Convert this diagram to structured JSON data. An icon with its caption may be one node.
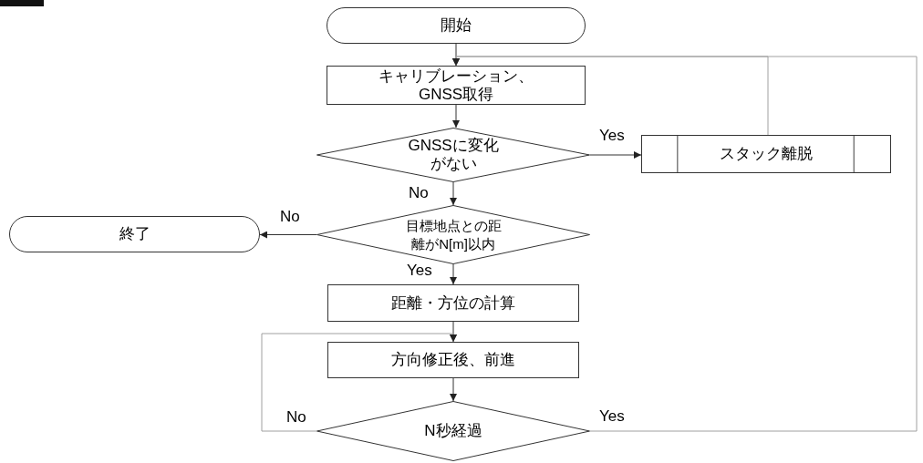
{
  "diagram": {
    "nodes": [
      {
        "text": [
          "開始"
        ]
      },
      {
        "text": [
          "キャリブレーション、GNSS取得"
        ]
      },
      {
        "text": [
          "GNSSに変化がない"
        ]
      },
      {
        "text": [
          "スタック離脱"
        ]
      },
      {
        "text": [
          "目標地点との距離がN[m]以内"
        ]
      },
      {
        "text": [
          "終了"
        ]
      },
      {
        "text": [
          "距離・方位の計算"
        ]
      },
      {
        "text": [
          "方向修正後、前進"
        ]
      },
      {
        "text": [
          "N秒経過"
        ]
      }
    ],
    "edges": [
      {
        "from": 0,
        "to": 1,
        "arrow": "to"
      },
      {
        "from": 1,
        "to": 2,
        "arrow": "to"
      },
      {
        "from": 2,
        "to": 3,
        "arrow": "to",
        "label": "Yes"
      },
      {
        "from": 3,
        "to": 1,
        "arrow": "to",
        "color": "#a0a0a0"
      },
      {
        "from": 2,
        "to": 4,
        "arrow": "to",
        "label": "No"
      },
      {
        "from": 4,
        "to": 5,
        "arrow": "to",
        "label": "No"
      },
      {
        "from": 4,
        "to": 6,
        "arrow": "to",
        "label": "Yes"
      },
      {
        "from": 6,
        "to": 7,
        "arrow": "to"
      },
      {
        "from": 7,
        "to": 8,
        "arrow": "to"
      },
      {
        "from": 8,
        "to": 7,
        "arrow": "to",
        "label": "No",
        "color": "#a0a0a0"
      },
      {
        "from": 8,
        "to": 1,
        "arrow": "to",
        "label": "Yes",
        "color": "#a0a0a0"
      }
    ]
  }
}
